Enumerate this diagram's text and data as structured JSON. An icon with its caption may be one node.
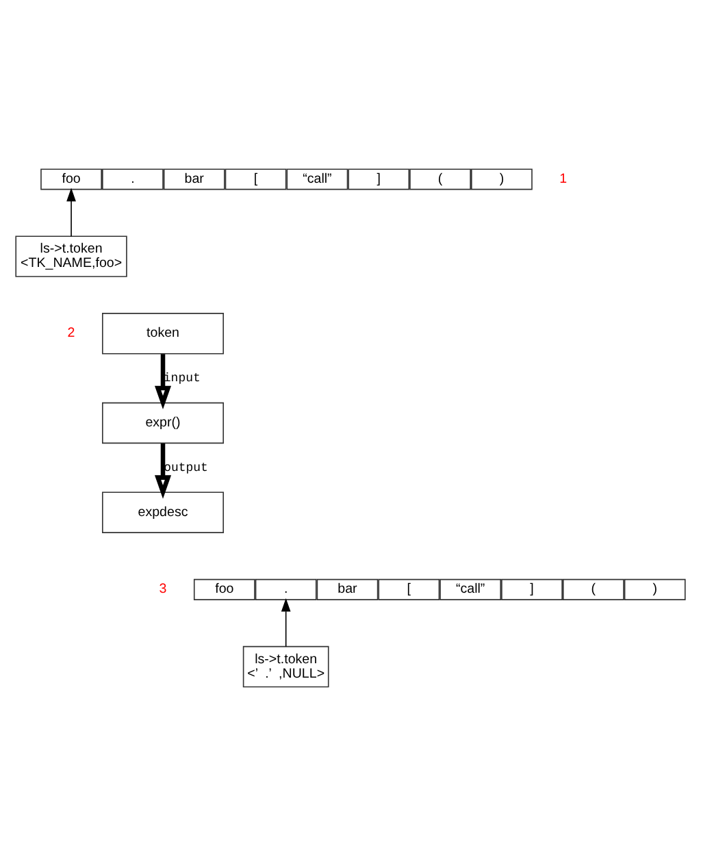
{
  "diagram": {
    "nodes": [
      {
        "text": [
          "foo"
        ]
      },
      {
        "text": [
          "."
        ]
      },
      {
        "text": [
          "bar"
        ]
      },
      {
        "text": [
          "["
        ]
      },
      {
        "text": [
          "“call”"
        ]
      },
      {
        "text": [
          "]"
        ]
      },
      {
        "text": [
          "("
        ]
      },
      {
        "text": [
          ")"
        ]
      },
      {
        "text": [
          "ls->t.token",
          "<TK_NAME,foo>"
        ]
      },
      {
        "text": [
          "token"
        ]
      },
      {
        "text": [
          "expr()"
        ]
      },
      {
        "text": [
          "expdesc"
        ]
      },
      {
        "text": [
          "foo"
        ]
      },
      {
        "text": [
          "."
        ]
      },
      {
        "text": [
          "bar"
        ]
      },
      {
        "text": [
          "["
        ]
      },
      {
        "text": [
          "“call”"
        ]
      },
      {
        "text": [
          "]"
        ]
      },
      {
        "text": [
          "("
        ]
      },
      {
        "text": [
          ")"
        ]
      },
      {
        "text": [
          "ls->t.token",
          "<’  .’  ,NULL>"
        ]
      }
    ],
    "edges": [
      {
        "from": 8,
        "to": 0,
        "arrow": "to"
      },
      {
        "from": 9,
        "to": 10,
        "arrow": "to",
        "label": "input",
        "style": "thick"
      },
      {
        "from": 10,
        "to": 11,
        "arrow": "to",
        "label": "output",
        "style": "thick"
      },
      {
        "from": 20,
        "to": 13,
        "arrow": "to"
      }
    ],
    "labels": [
      "1",
      "2",
      "3"
    ]
  }
}
